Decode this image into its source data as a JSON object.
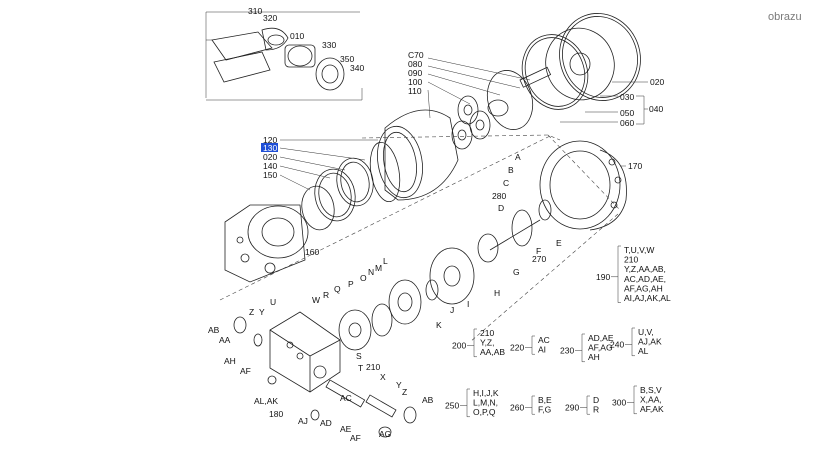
{
  "watermark": "obrazu",
  "callouts": {
    "inset": [
      "310",
      "320",
      "010",
      "330",
      "350",
      "340"
    ],
    "top_right": [
      "C70",
      "080",
      "090",
      "100",
      "110",
      "020",
      "030",
      "050",
      "060",
      "040"
    ],
    "left_stack": [
      "120",
      "130",
      "020",
      "140",
      "150",
      "160"
    ],
    "right_housing": [
      "A",
      "B",
      "C",
      "280",
      "D",
      "E",
      "F",
      "G",
      "H",
      "I",
      "J",
      "K",
      "170",
      "270"
    ],
    "valve_block": [
      "W",
      "R",
      "Q",
      "P",
      "O",
      "N",
      "M",
      "L",
      "Z",
      "Y",
      "U",
      "AB",
      "AA",
      "AH",
      "AF",
      "AL,AK",
      "S",
      "T",
      "210",
      "X",
      "Y",
      "Z",
      "AB",
      "AC",
      "AJ",
      "AD",
      "AE",
      "AF",
      "AG",
      "180"
    ]
  },
  "highlighted_label": "130",
  "groups": [
    {
      "id": "190",
      "items": "T,U,V,W\n210\nY,Z,AA,AB,\nAC,AD,AE,\nAF,AG,AH\nAI,AJ,AK,AL"
    },
    {
      "id": "200",
      "items": "210\nY,Z,\nAA,AB"
    },
    {
      "id": "220",
      "items": "AC\nAI"
    },
    {
      "id": "230",
      "items": "AD,AE\nAF,AG\nAH"
    },
    {
      "id": "240",
      "items": "U,V,\nAJ,AK\nAL"
    },
    {
      "id": "250",
      "items": "H,I,J,K\nL,M,N,\nO,P,Q"
    },
    {
      "id": "260",
      "items": "B,E\nF,G"
    },
    {
      "id": "290",
      "items": "D\nR"
    },
    {
      "id": "300",
      "items": "B,S,V\nX,AA,\nAF,AK"
    }
  ]
}
